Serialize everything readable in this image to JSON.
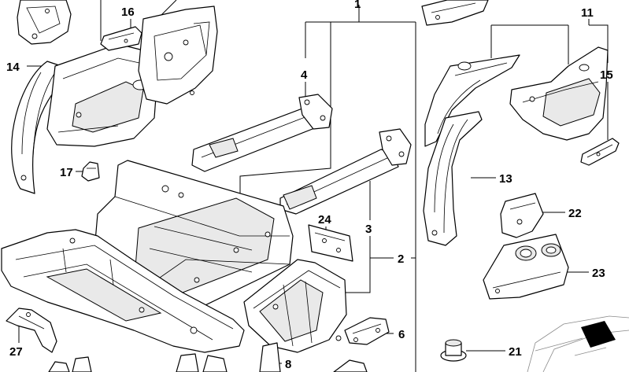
{
  "callouts": [
    {
      "label": "1"
    },
    {
      "label": "2"
    },
    {
      "label": "4"
    },
    {
      "label": "6"
    },
    {
      "label": "8"
    },
    {
      "label": "11"
    },
    {
      "label": "13"
    },
    {
      "label": "14"
    },
    {
      "label": "15"
    },
    {
      "label": "16"
    },
    {
      "label": "17"
    },
    {
      "label": "21"
    },
    {
      "label": "22"
    },
    {
      "label": "23"
    },
    {
      "label": "24"
    },
    {
      "label": "27"
    },
    {
      "label": "3"
    }
  ]
}
